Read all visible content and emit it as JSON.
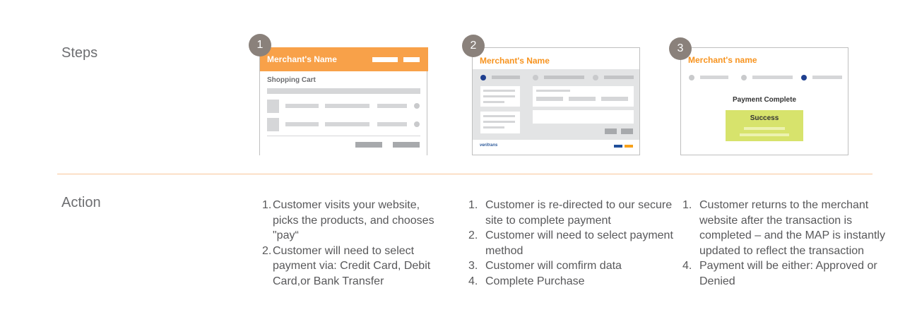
{
  "labels": {
    "steps": "Steps",
    "action": "Action"
  },
  "steps": [
    {
      "number": "1",
      "merchant": "Merchant's Name",
      "section": "Shopping Cart"
    },
    {
      "number": "2",
      "merchant": "Merchant's Name",
      "footer_logo": "veritrans"
    },
    {
      "number": "3",
      "merchant": "Merchant's name",
      "heading": "Payment Complete",
      "status": "Success"
    }
  ],
  "actions": [
    [
      {
        "num": "1.",
        "text": "Customer visits your website, picks the products, and chooses \"pay“"
      },
      {
        "num": "2.",
        "text": "Customer will need to select payment via: Credit Card, Debit Card,or Bank Transfer"
      }
    ],
    [
      {
        "num": "1.",
        "text": "Customer is re-directed to our secure site to complete payment"
      },
      {
        "num": "2.",
        "text": "Customer will need to select payment method"
      },
      {
        "num": "3.",
        "text": "Customer will comfirm data"
      },
      {
        "num": "4.",
        "text": "Complete Purchase"
      }
    ],
    [
      {
        "num": "1.",
        "text": "Customer returns to the merchant website after the transaction is completed – and the MAP is instantly updated to reflect the transaction"
      },
      {
        "num": "4.",
        "text": "Payment will be either: Approved or Denied"
      }
    ]
  ],
  "colors": {
    "accent_orange": "#f8a149",
    "divider": "#f9c598",
    "badge": "#8a817b",
    "success": "#d7e36c",
    "step_active": "#1f3f8f"
  }
}
